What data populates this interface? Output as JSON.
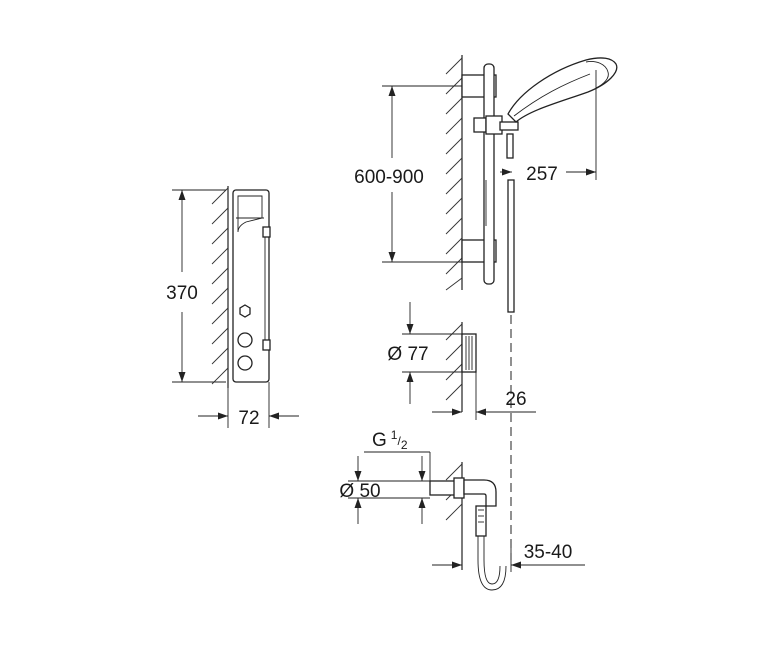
{
  "dimensions": {
    "panel_height": "370",
    "panel_depth": "72",
    "rail_height": "600-900",
    "shower_reach": "257",
    "outlet_diameter": "Ø 77",
    "outlet_projection": "26",
    "connection_diameter": "Ø 50",
    "connection_projection": "35-40",
    "thread_prefix": "G",
    "thread_num": "1",
    "thread_den": "2"
  }
}
